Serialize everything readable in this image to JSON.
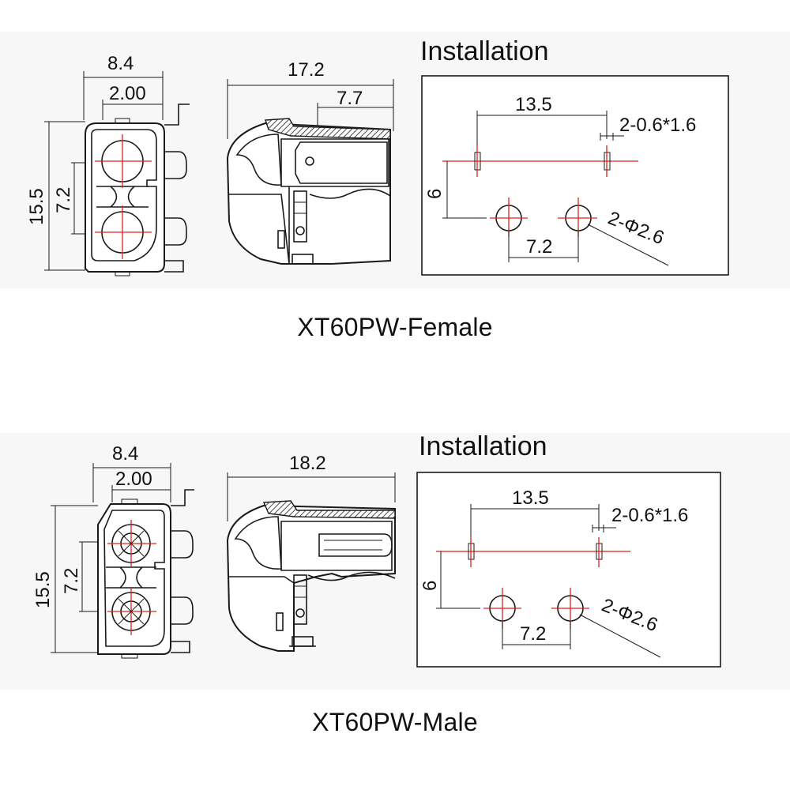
{
  "female": {
    "front": {
      "width": "8.4",
      "pitch_offset": "2.00",
      "height": "15.5",
      "pin_spacing": "7.2"
    },
    "side": {
      "length": "17.2",
      "insert": "7.7"
    },
    "installation": {
      "title": "Installation",
      "span": "13.5",
      "slot": "2-0.6*1.6",
      "offset": "6",
      "hole_spacing": "7.2",
      "holes": "2-Φ2.6"
    },
    "caption": "XT60PW-Female"
  },
  "male": {
    "front": {
      "width": "8.4",
      "pitch_offset": "2.00",
      "height": "15.5",
      "pin_spacing": "7.2"
    },
    "side": {
      "length": "18.2"
    },
    "installation": {
      "title": "Installation",
      "span": "13.5",
      "slot": "2-0.6*1.6",
      "offset": "6",
      "hole_spacing": "7.2",
      "holes": "2-Φ2.6"
    },
    "caption": "XT60PW-Male"
  },
  "colors": {
    "line": "#1a1a1a",
    "centerline": "#e0201c",
    "background": "#ffffff",
    "band": "#f7f7f7"
  }
}
